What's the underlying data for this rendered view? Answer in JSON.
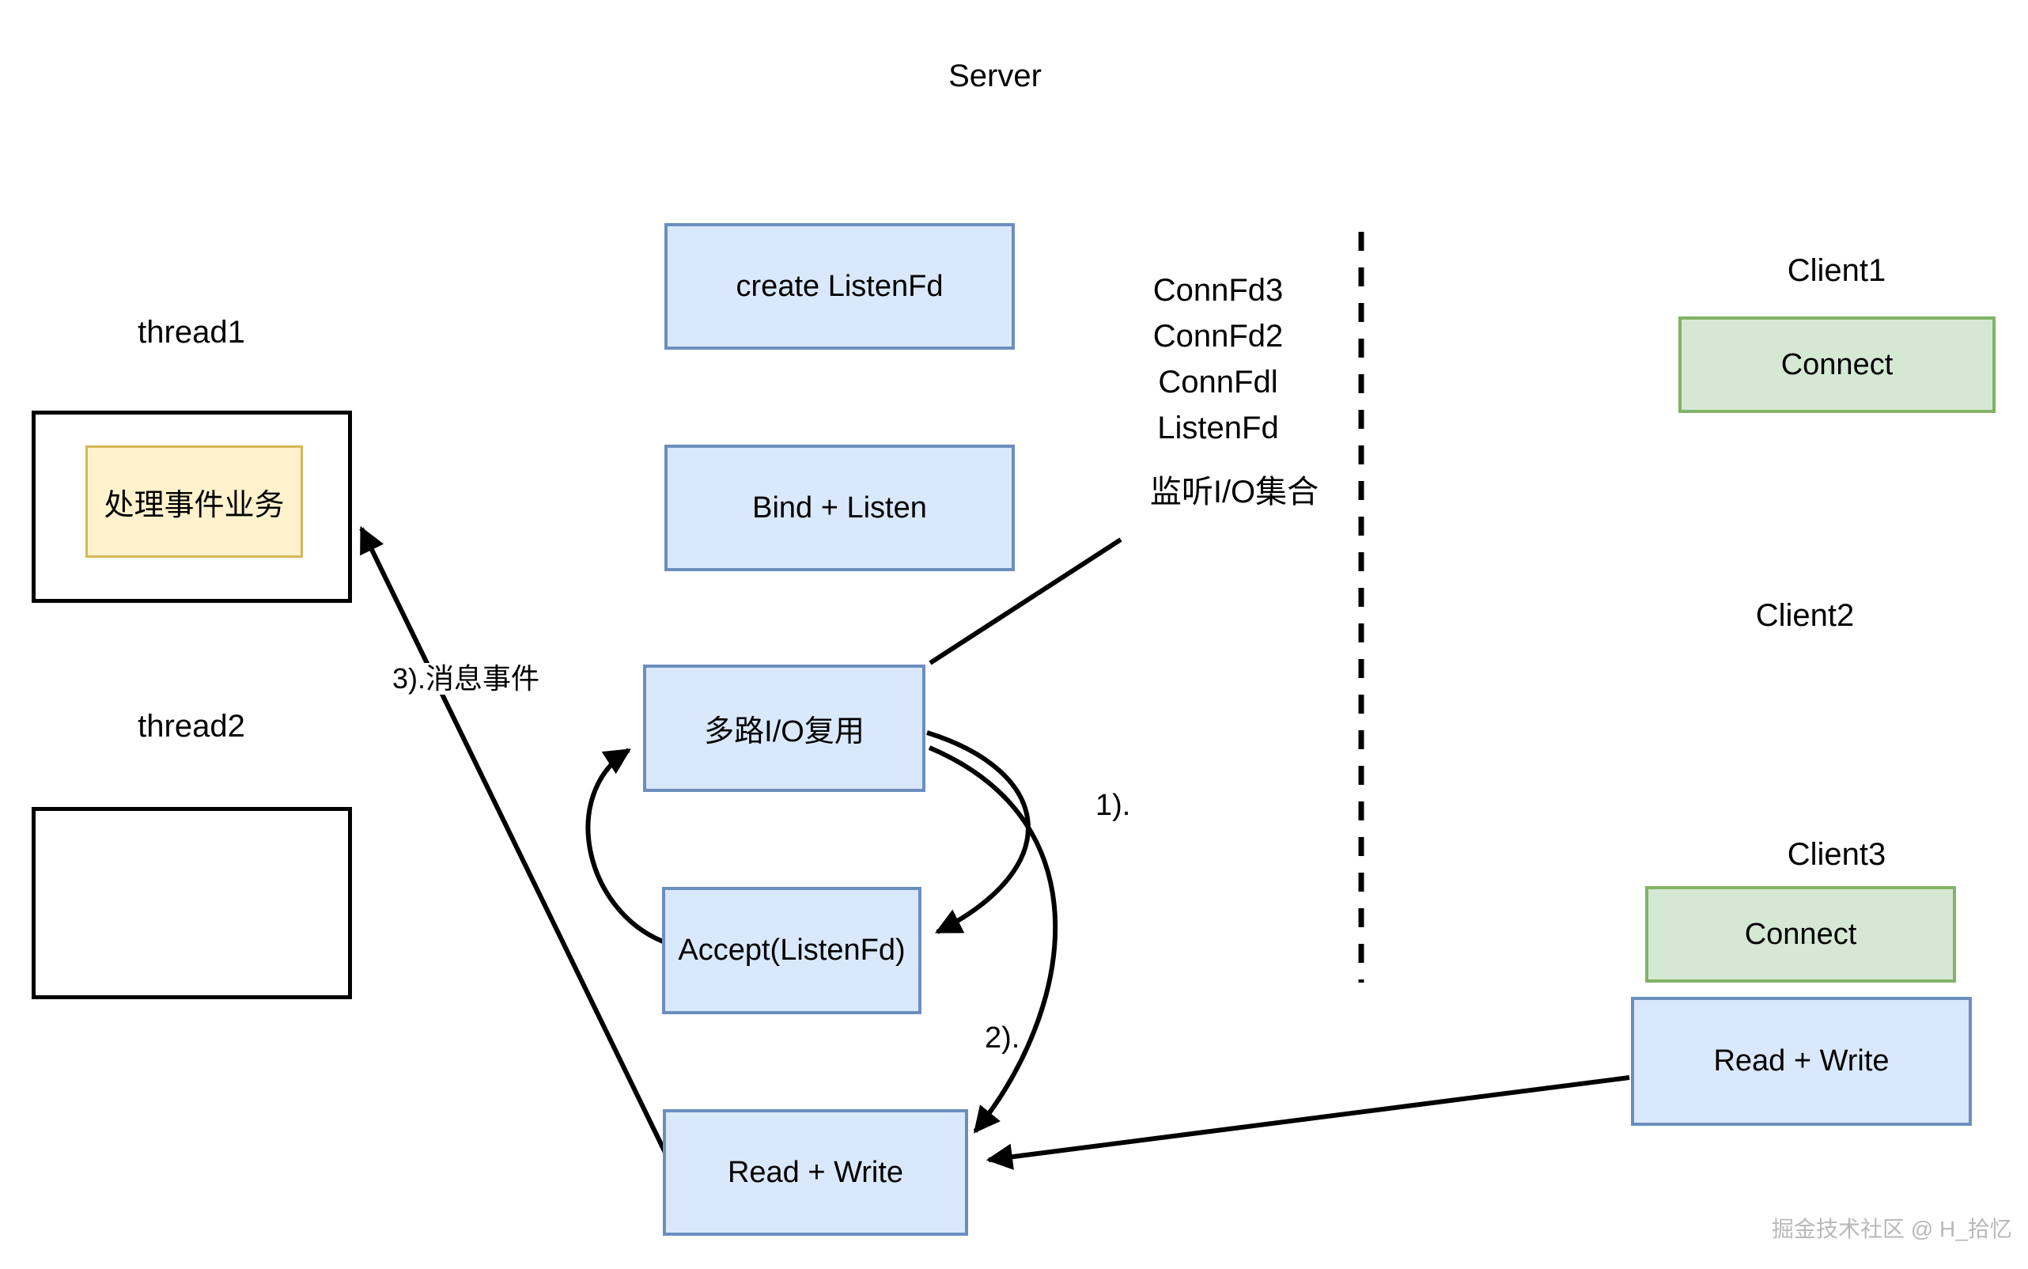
{
  "title": "Server",
  "server": {
    "boxes": [
      {
        "id": "create-listenfd",
        "label": "create ListenFd"
      },
      {
        "id": "bind-listen",
        "label": "Bind + Listen"
      },
      {
        "id": "io-multiplex",
        "label": "多路I/O复用"
      },
      {
        "id": "accept",
        "label": "Accept(ListenFd)"
      },
      {
        "id": "read-write",
        "label": "Read + Write"
      }
    ],
    "fd_list": [
      "ConnFd3",
      "ConnFd2",
      "ConnFdl",
      "ListenFd"
    ],
    "fd_set_label": "监听I/O集合"
  },
  "threads": {
    "thread1_label": "thread1",
    "thread1_task": "处理事件业务",
    "thread2_label": "thread2"
  },
  "clients": {
    "client1": {
      "label": "Client1",
      "action": "Connect"
    },
    "client2": {
      "label": "Client2"
    },
    "client3": {
      "label": "Client3",
      "action": "Connect",
      "action2": "Read + Write"
    }
  },
  "annotations": {
    "step1": "1).",
    "step2": "2).",
    "step3": "3).消息事件"
  },
  "watermark": "掘金技术社区 @ H_拾忆",
  "colors": {
    "blue_fill": "#dae8fc",
    "blue_border": "#6c8ebf",
    "green_fill": "#d5e8d4",
    "green_border": "#82b366",
    "yellow_fill": "#fff2cc",
    "yellow_border": "#d6b656",
    "line": "#000000"
  }
}
